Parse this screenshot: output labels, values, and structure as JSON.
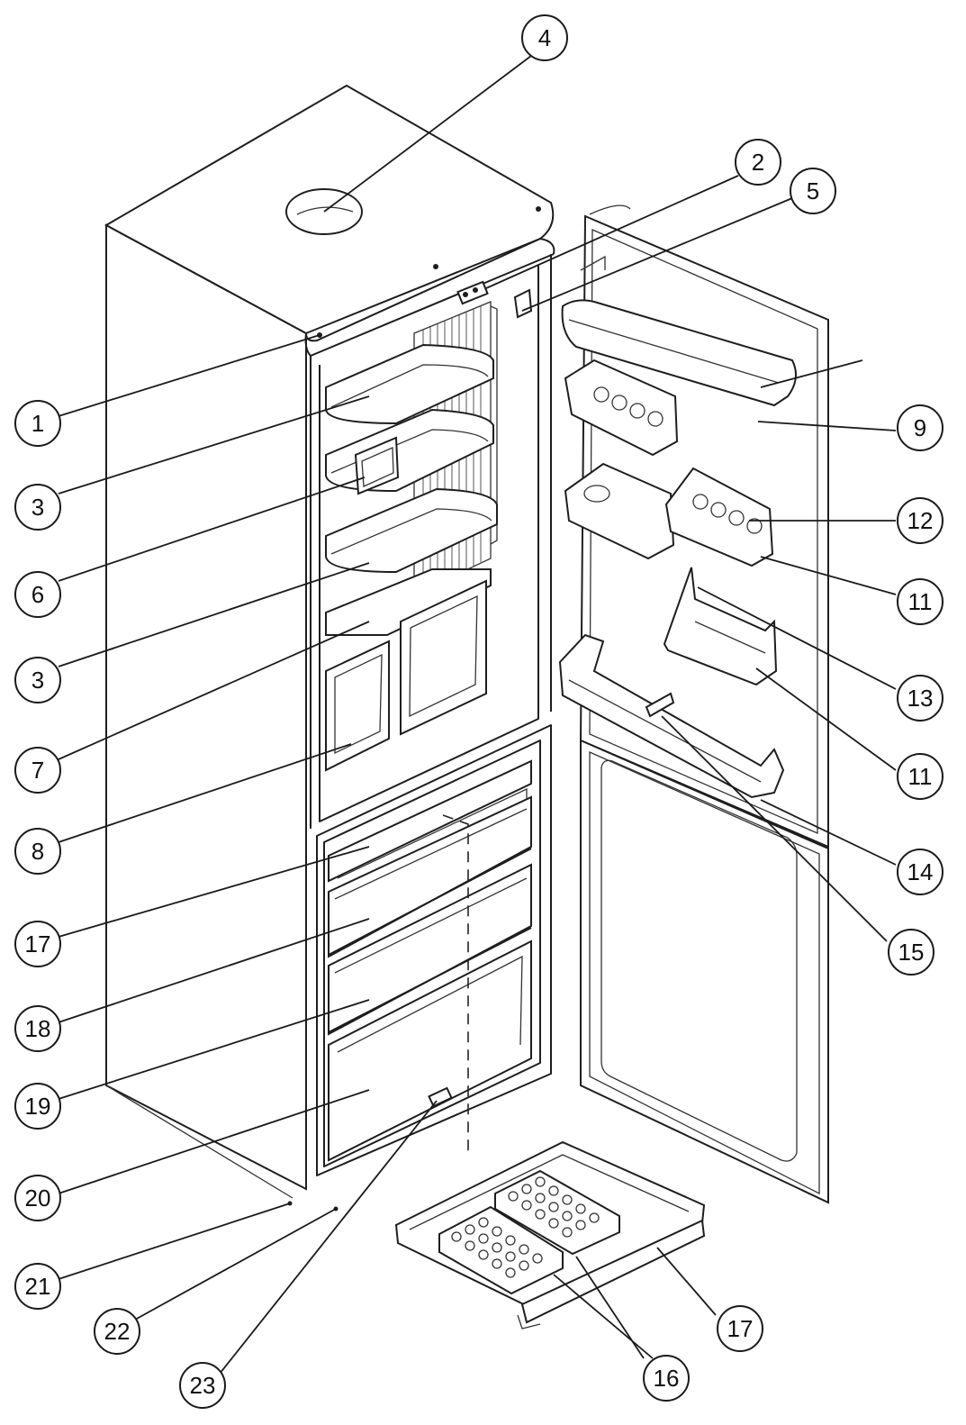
{
  "callouts": [
    {
      "id": "c1",
      "label": "1"
    },
    {
      "id": "c2",
      "label": "2"
    },
    {
      "id": "c3a",
      "label": "3"
    },
    {
      "id": "c3b",
      "label": "3"
    },
    {
      "id": "c4",
      "label": "4"
    },
    {
      "id": "c5",
      "label": "5"
    },
    {
      "id": "c6",
      "label": "6"
    },
    {
      "id": "c7",
      "label": "7"
    },
    {
      "id": "c8",
      "label": "8"
    },
    {
      "id": "c9",
      "label": "9"
    },
    {
      "id": "c11a",
      "label": "11"
    },
    {
      "id": "c11b",
      "label": "11"
    },
    {
      "id": "c12",
      "label": "12"
    },
    {
      "id": "c13",
      "label": "13"
    },
    {
      "id": "c14",
      "label": "14"
    },
    {
      "id": "c15",
      "label": "15"
    },
    {
      "id": "c16",
      "label": "16"
    },
    {
      "id": "c17a",
      "label": "17"
    },
    {
      "id": "c17b",
      "label": "17"
    },
    {
      "id": "c18",
      "label": "18"
    },
    {
      "id": "c19",
      "label": "19"
    },
    {
      "id": "c20",
      "label": "20"
    },
    {
      "id": "c21",
      "label": "21"
    },
    {
      "id": "c22",
      "label": "22"
    },
    {
      "id": "c23",
      "label": "23"
    }
  ]
}
